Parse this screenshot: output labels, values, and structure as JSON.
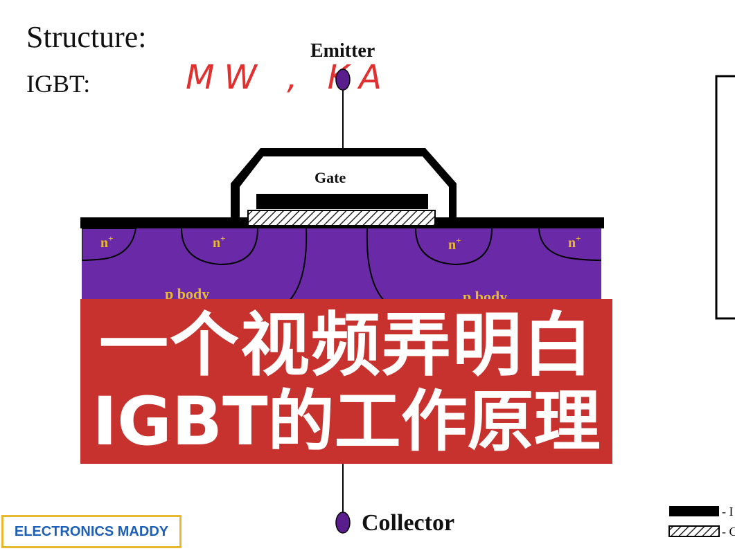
{
  "slide": {
    "title": "Structure:",
    "subtitle": "IGBT:",
    "handwriting": "MW , KA"
  },
  "diagram": {
    "terminals": {
      "emitter": "Emitter",
      "gate": "Gate",
      "collector": "Collector"
    },
    "regions": {
      "n_plus": "n",
      "n_plus_sup": "+",
      "p_body": "p body"
    },
    "legend": {
      "item1": "- I",
      "item2": "- C"
    },
    "colors": {
      "substrate": "#6a2aa8",
      "metal": "#000000",
      "n_plus_label": "#e8b830",
      "terminal": "#5a1e8c"
    }
  },
  "overlay": {
    "line1": "一个视频弄明白",
    "line2": "IGBT的工作原理",
    "color": "#c8322e"
  },
  "watermark": {
    "text": "ELECTRONICS MADDY"
  }
}
